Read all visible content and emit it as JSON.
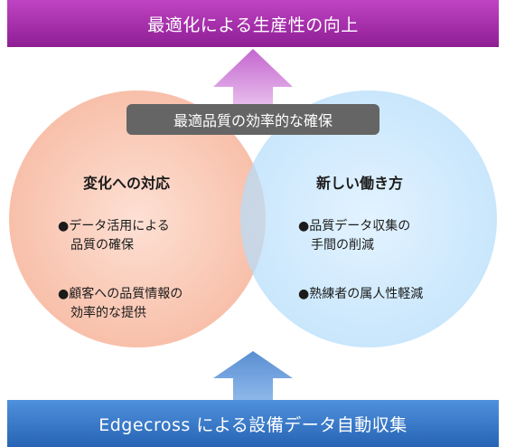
{
  "top_banner": {
    "text": "最適化による生産性の向上",
    "color": "#9b2aa0"
  },
  "bottom_banner": {
    "text": "Edgecross による設備データ自動収集",
    "color": "#3a78c8"
  },
  "center_label": {
    "text": "最適品質の効率的な確保"
  },
  "left_circle": {
    "heading": "変化への対応",
    "items": [
      "●データ活用による\n　品質の確保",
      "●顧客への品質情報の\n　効率的な提供"
    ],
    "color": "#f8c0aa"
  },
  "right_circle": {
    "heading": "新しい働き方",
    "items": [
      "●品質データ収集の\n　手間の削減",
      "●熟練者の属人性軽減"
    ],
    "color": "#b4ddfb"
  },
  "icons": {
    "top_arrow": "up-arrow-icon",
    "bottom_arrow": "up-arrow-icon"
  }
}
